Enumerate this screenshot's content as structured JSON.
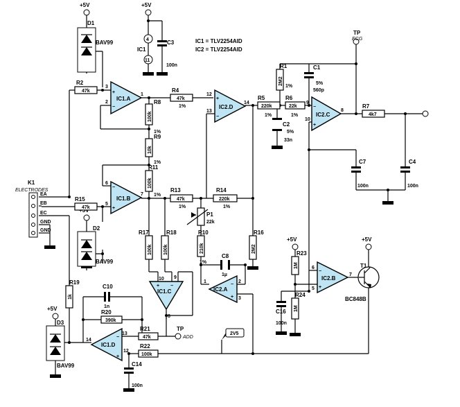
{
  "ic_note": [
    "IC1 = TLV2254AID",
    "IC2 = TLV2254AID"
  ],
  "supply": "+5V",
  "connector": {
    "ref": "K1",
    "name": "ELECTRODES",
    "pins": [
      "EA",
      "EB",
      "EC",
      "GND",
      "GND"
    ]
  },
  "opamps": [
    {
      "ref": "IC1.A",
      "pins": [
        "3",
        "2",
        "1"
      ]
    },
    {
      "ref": "IC1.B",
      "pins": [
        "6",
        "5",
        "7"
      ]
    },
    {
      "ref": "IC1.C",
      "pins": [
        "10",
        "9",
        "8"
      ]
    },
    {
      "ref": "IC1.D",
      "pins": [
        "13",
        "14",
        "12"
      ]
    },
    {
      "ref": "IC2.A",
      "pins": [
        "1",
        "2",
        "3"
      ]
    },
    {
      "ref": "IC2.B",
      "pins": [
        "6",
        "5",
        "7"
      ]
    },
    {
      "ref": "IC2.C",
      "pins": [
        "9",
        "10",
        "8"
      ]
    },
    {
      "ref": "IC2.D",
      "pins": [
        "12",
        "13",
        "14"
      ]
    }
  ],
  "ic_power": {
    "ref": "IC1",
    "pins": [
      "4",
      "11"
    ]
  },
  "resistors": [
    {
      "ref": "R2",
      "value": "47k"
    },
    {
      "ref": "R4",
      "value": "47k",
      "tol": "1%"
    },
    {
      "ref": "R5",
      "value": "220k",
      "tol": "1%"
    },
    {
      "ref": "R6",
      "value": "22k",
      "tol": "1%"
    },
    {
      "ref": "R7",
      "value": "4k7"
    },
    {
      "ref": "R1",
      "value": "2M2",
      "tol": "1%"
    },
    {
      "ref": "R8",
      "value": "100k",
      "tol": "1%"
    },
    {
      "ref": "R9",
      "value": "10k",
      "tol": "1%"
    },
    {
      "ref": "R11",
      "value": "100k",
      "tol": "1%"
    },
    {
      "ref": "R13",
      "value": "47k",
      "tol": "1%"
    },
    {
      "ref": "R14",
      "value": "220k",
      "tol": "1%"
    },
    {
      "ref": "R15",
      "value": "47k"
    },
    {
      "ref": "R17",
      "value": "100k"
    },
    {
      "ref": "R18",
      "value": "100k"
    },
    {
      "ref": "R10",
      "value": "210k",
      "tol": "1%"
    },
    {
      "ref": "R16",
      "value": "2M2"
    },
    {
      "ref": "R19",
      "value": "1k"
    },
    {
      "ref": "R20",
      "value": "390k"
    },
    {
      "ref": "R21",
      "value": "47k"
    },
    {
      "ref": "R22",
      "value": "100k"
    },
    {
      "ref": "R23",
      "value": "1M"
    },
    {
      "ref": "R24",
      "value": "1M"
    }
  ],
  "pot": {
    "ref": "P1",
    "value": "22k"
  },
  "capacitors": [
    {
      "ref": "C1",
      "value": "560p",
      "tol": "5%"
    },
    {
      "ref": "C2",
      "value": "33n",
      "tol": "5%"
    },
    {
      "ref": "C3",
      "value": "100n"
    },
    {
      "ref": "C4",
      "value": "100n"
    },
    {
      "ref": "C7",
      "value": "100n"
    },
    {
      "ref": "C8",
      "value": "1µ"
    },
    {
      "ref": "C10",
      "value": "1n"
    },
    {
      "ref": "C14",
      "value": "100n"
    },
    {
      "ref": "C16",
      "value": "100n"
    }
  ],
  "diodes": [
    {
      "ref": "D1",
      "part": "BAV99"
    },
    {
      "ref": "D2",
      "part": "BAV99"
    },
    {
      "ref": "D3",
      "part": "BAV99"
    }
  ],
  "transistor": {
    "ref": "T1",
    "part": "BC848B"
  },
  "testpoints": [
    {
      "label": "TP",
      "name": "ECG"
    },
    {
      "label": "TP",
      "name": "ADD"
    }
  ],
  "vref": "2V5",
  "colors": {
    "opamp_fill": "#bfe4f3",
    "wire": "#000000"
  }
}
